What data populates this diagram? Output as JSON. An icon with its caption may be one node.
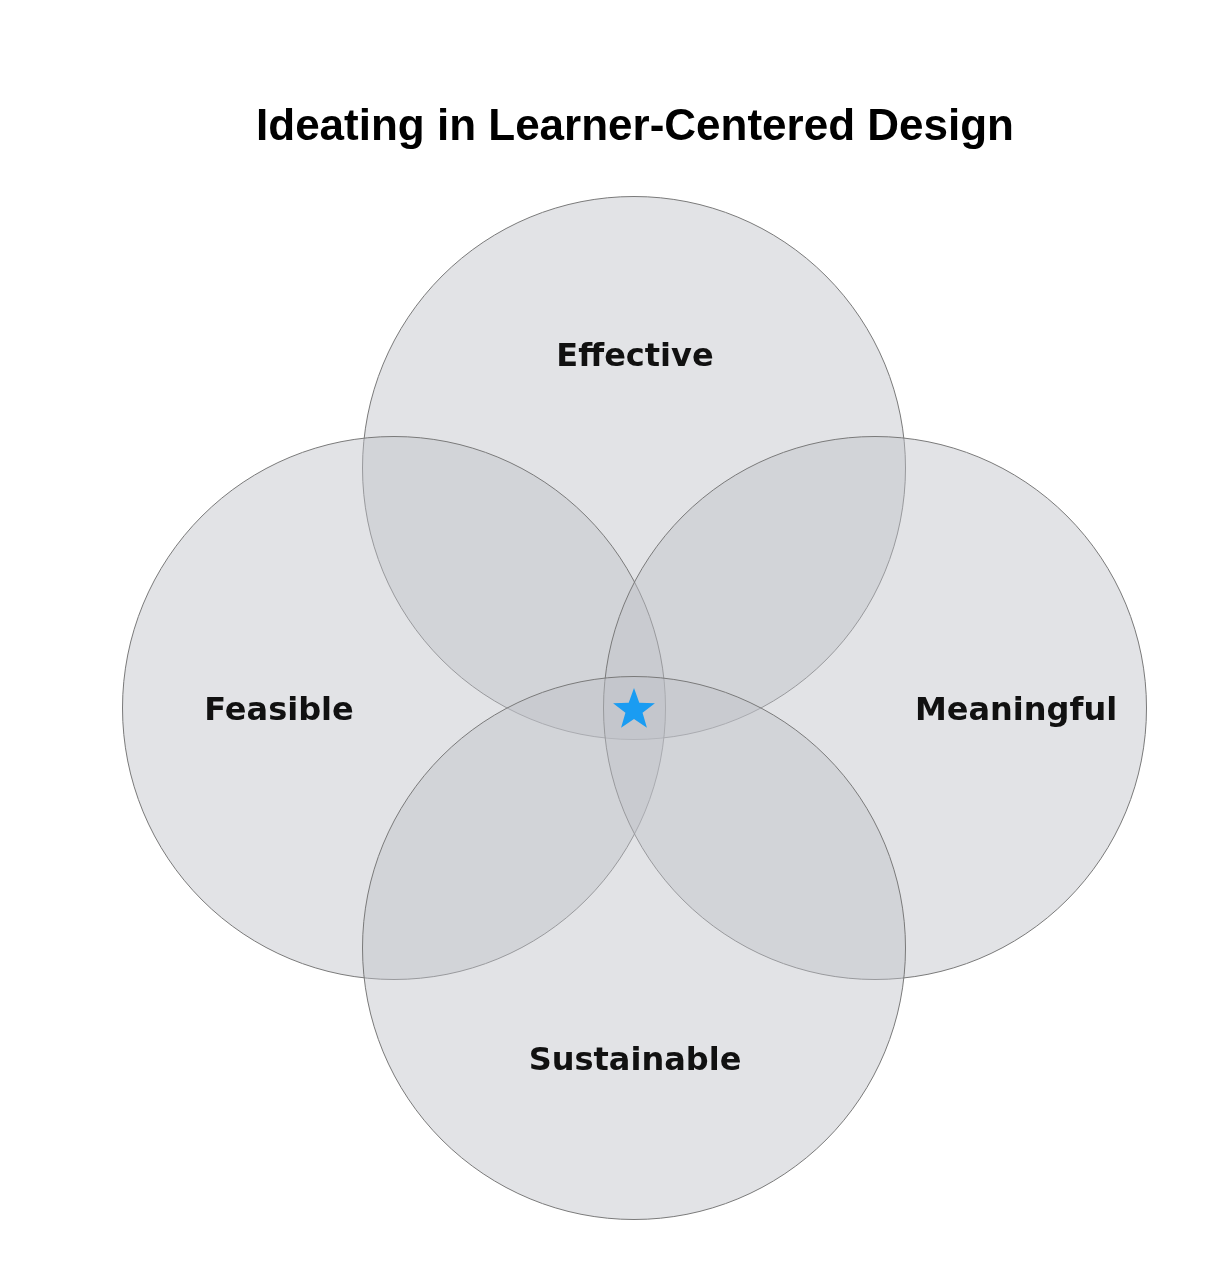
{
  "diagram": {
    "title": "Ideating in Learner-Centered Design",
    "nodes": [
      {
        "text": [
          "Effective"
        ]
      },
      {
        "text": [
          "Feasible"
        ]
      },
      {
        "text": [
          "Meaningful"
        ]
      },
      {
        "text": [
          "Sustainable"
        ]
      }
    ],
    "edges": []
  }
}
